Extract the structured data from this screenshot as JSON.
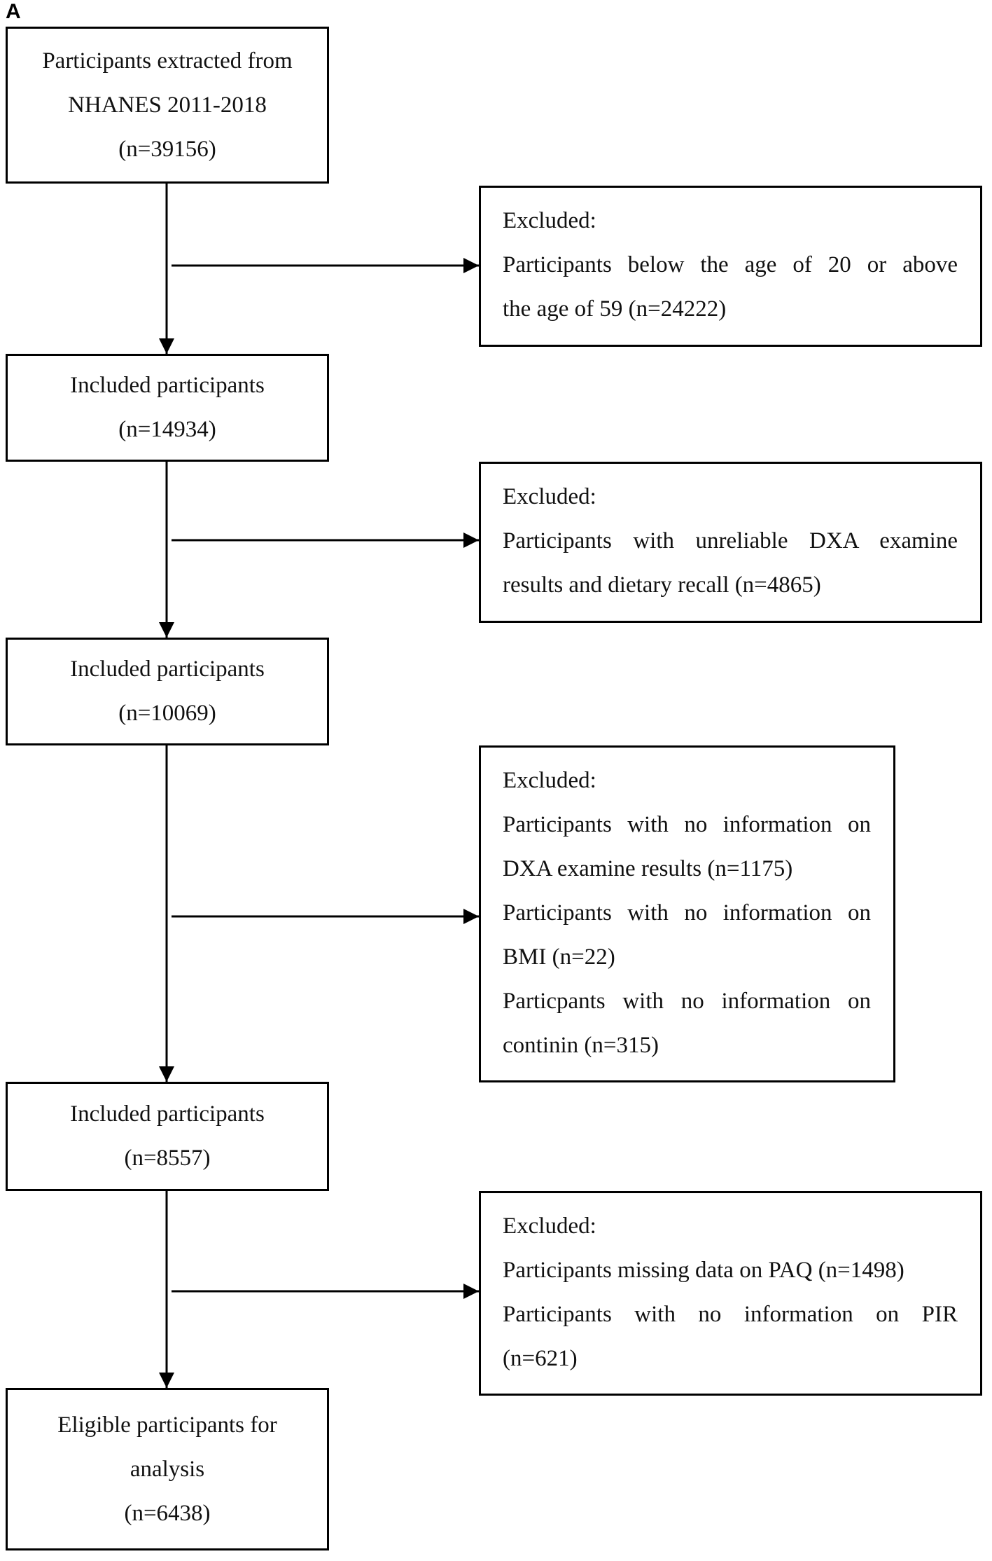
{
  "panel_label": "A",
  "flow": {
    "start": {
      "lines": [
        "Participants extracted from",
        "NHANES 2011-2018",
        "(n=39156)"
      ]
    },
    "excluded_1": {
      "lines": [
        "Excluded:",
        "Participants below the age of 20 or above",
        "the age of 59 (n=24222)"
      ]
    },
    "included_1": {
      "lines": [
        "Included participants",
        "(n=14934)"
      ]
    },
    "excluded_2": {
      "lines": [
        "Excluded:",
        "Participants with unreliable DXA examine",
        "results and dietary recall (n=4865)"
      ]
    },
    "included_2": {
      "lines": [
        "Included participants",
        "(n=10069)"
      ]
    },
    "excluded_3": {
      "lines": [
        "Excluded:",
        "Participants with no information on",
        "DXA examine results (n=1175)",
        "Participants with no information on",
        "BMI (n=22)",
        "Particpants with no information on",
        "continin (n=315)"
      ]
    },
    "included_3": {
      "lines": [
        "Included participants",
        "(n=8557)"
      ]
    },
    "excluded_4": {
      "lines": [
        "Excluded:",
        "Participants missing data on PAQ (n=1498)",
        "Participants with no information on PIR",
        "(n=621)"
      ]
    },
    "final": {
      "lines": [
        "Eligible participants for",
        "analysis",
        "(n=6438)"
      ]
    }
  }
}
